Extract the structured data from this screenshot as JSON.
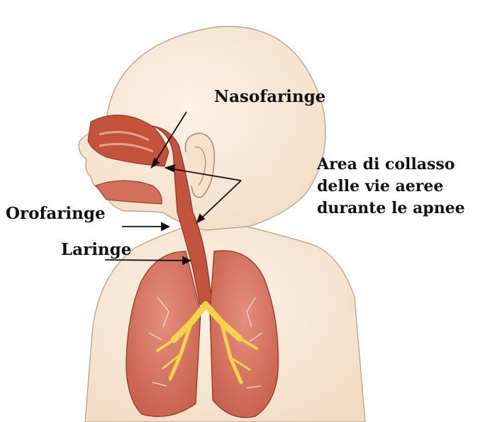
{
  "labels": {
    "nasopharynx": "Nasofaringe",
    "oropharynx": "Orofaringe",
    "larynx": "Laringe",
    "collapse_area": [
      "Area di collasso",
      "delle vie aeree",
      "durante le apnee"
    ]
  },
  "colors": {
    "skin": "#f9e8d6",
    "skin_outline": "#b59a82",
    "airway": "#c4533e",
    "lung": "#d87a6a",
    "bronchi": "#f2d34a"
  }
}
